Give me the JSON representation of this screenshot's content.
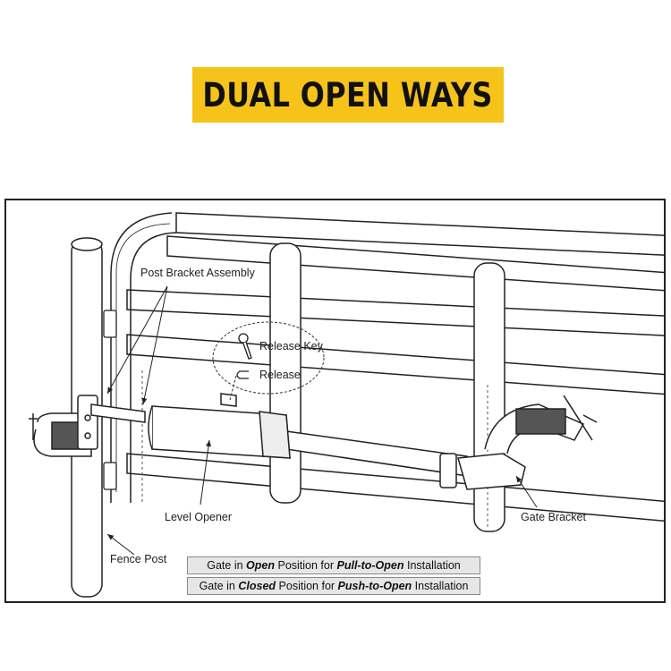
{
  "banner": {
    "title": "DUAL OPEN WAYS",
    "background": "#f6c31b"
  },
  "diagram": {
    "labels": {
      "post_bracket": "Post Bracket Assembly",
      "release_key": "Release Key",
      "release": "Release",
      "level_opener": "Level Opener",
      "gate_bracket": "Gate Bracket",
      "fence_post": "Fence Post"
    },
    "captions": [
      {
        "prefix": "Gate in ",
        "state": "Open",
        "middle": " Position for ",
        "mode": "Pull-to-Open",
        "suffix": " Installation"
      },
      {
        "prefix": "Gate in ",
        "state": "Closed",
        "middle": " Position for ",
        "mode": "Push-to-Open",
        "suffix": " Installation"
      }
    ]
  }
}
